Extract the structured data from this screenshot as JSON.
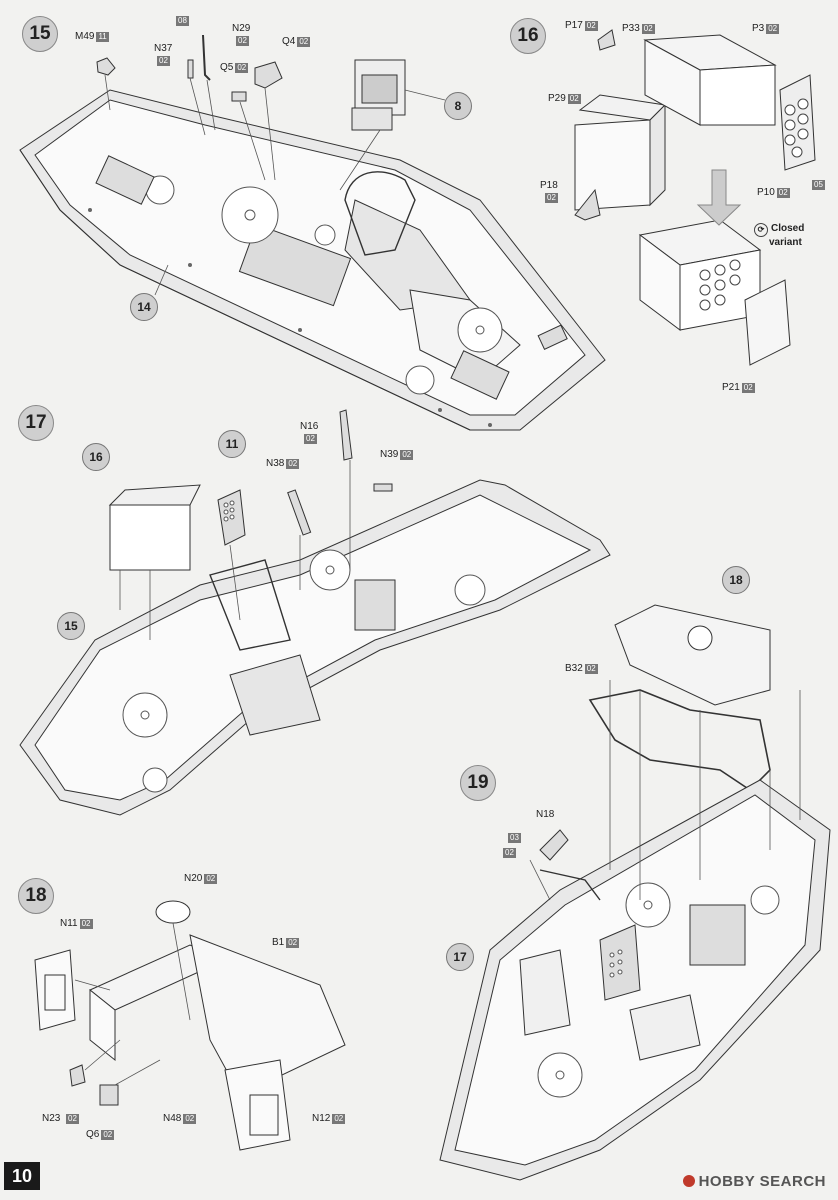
{
  "page_number": "10",
  "watermark": "HOBBY SEARCH",
  "steps": {
    "s15": "15",
    "s16": "16",
    "s17": "17",
    "s18a": "18",
    "s18b": "18",
    "s19": "19"
  },
  "refs": {
    "r8": "8",
    "r14": "14",
    "r11": "11",
    "r16": "16",
    "r15": "15",
    "r18": "18",
    "r17": "17"
  },
  "closed_variant": {
    "line1": "Closed",
    "line2": "variant"
  },
  "parts": {
    "M49": {
      "name": "M49",
      "code": "11"
    },
    "N37": {
      "name": "N37",
      "code": "02"
    },
    "N29": {
      "name": "N29",
      "code": "02"
    },
    "Q4": {
      "name": "Q4",
      "code": "02"
    },
    "Q5": {
      "name": "Q5",
      "code": "02"
    },
    "c08": "08",
    "P17": {
      "name": "P17",
      "code": "02"
    },
    "P33": {
      "name": "P33",
      "code": "02"
    },
    "P3": {
      "name": "P3",
      "code": "02"
    },
    "P29": {
      "name": "P29",
      "code": "02"
    },
    "P18": {
      "name": "P18",
      "code": "02"
    },
    "P10": {
      "name": "P10",
      "code": "02"
    },
    "c05": "05",
    "P21": {
      "name": "P21",
      "code": "02"
    },
    "N16": {
      "name": "N16",
      "code": "02"
    },
    "N38": {
      "name": "N38",
      "code": "02"
    },
    "N39": {
      "name": "N39",
      "code": "02"
    },
    "B32": {
      "name": "B32",
      "code": "02"
    },
    "N18": {
      "name": "N18",
      "code": ""
    },
    "c03": "03",
    "c02": "02",
    "N20": {
      "name": "N20",
      "code": "02"
    },
    "N11": {
      "name": "N11",
      "code": "02"
    },
    "B1": {
      "name": "B1",
      "code": "02"
    },
    "N23": {
      "name": "N23",
      "code": "02"
    },
    "Q6": {
      "name": "Q6",
      "code": "02"
    },
    "N48": {
      "name": "N48",
      "code": "02"
    },
    "N12": {
      "name": "N12",
      "code": "02"
    }
  }
}
